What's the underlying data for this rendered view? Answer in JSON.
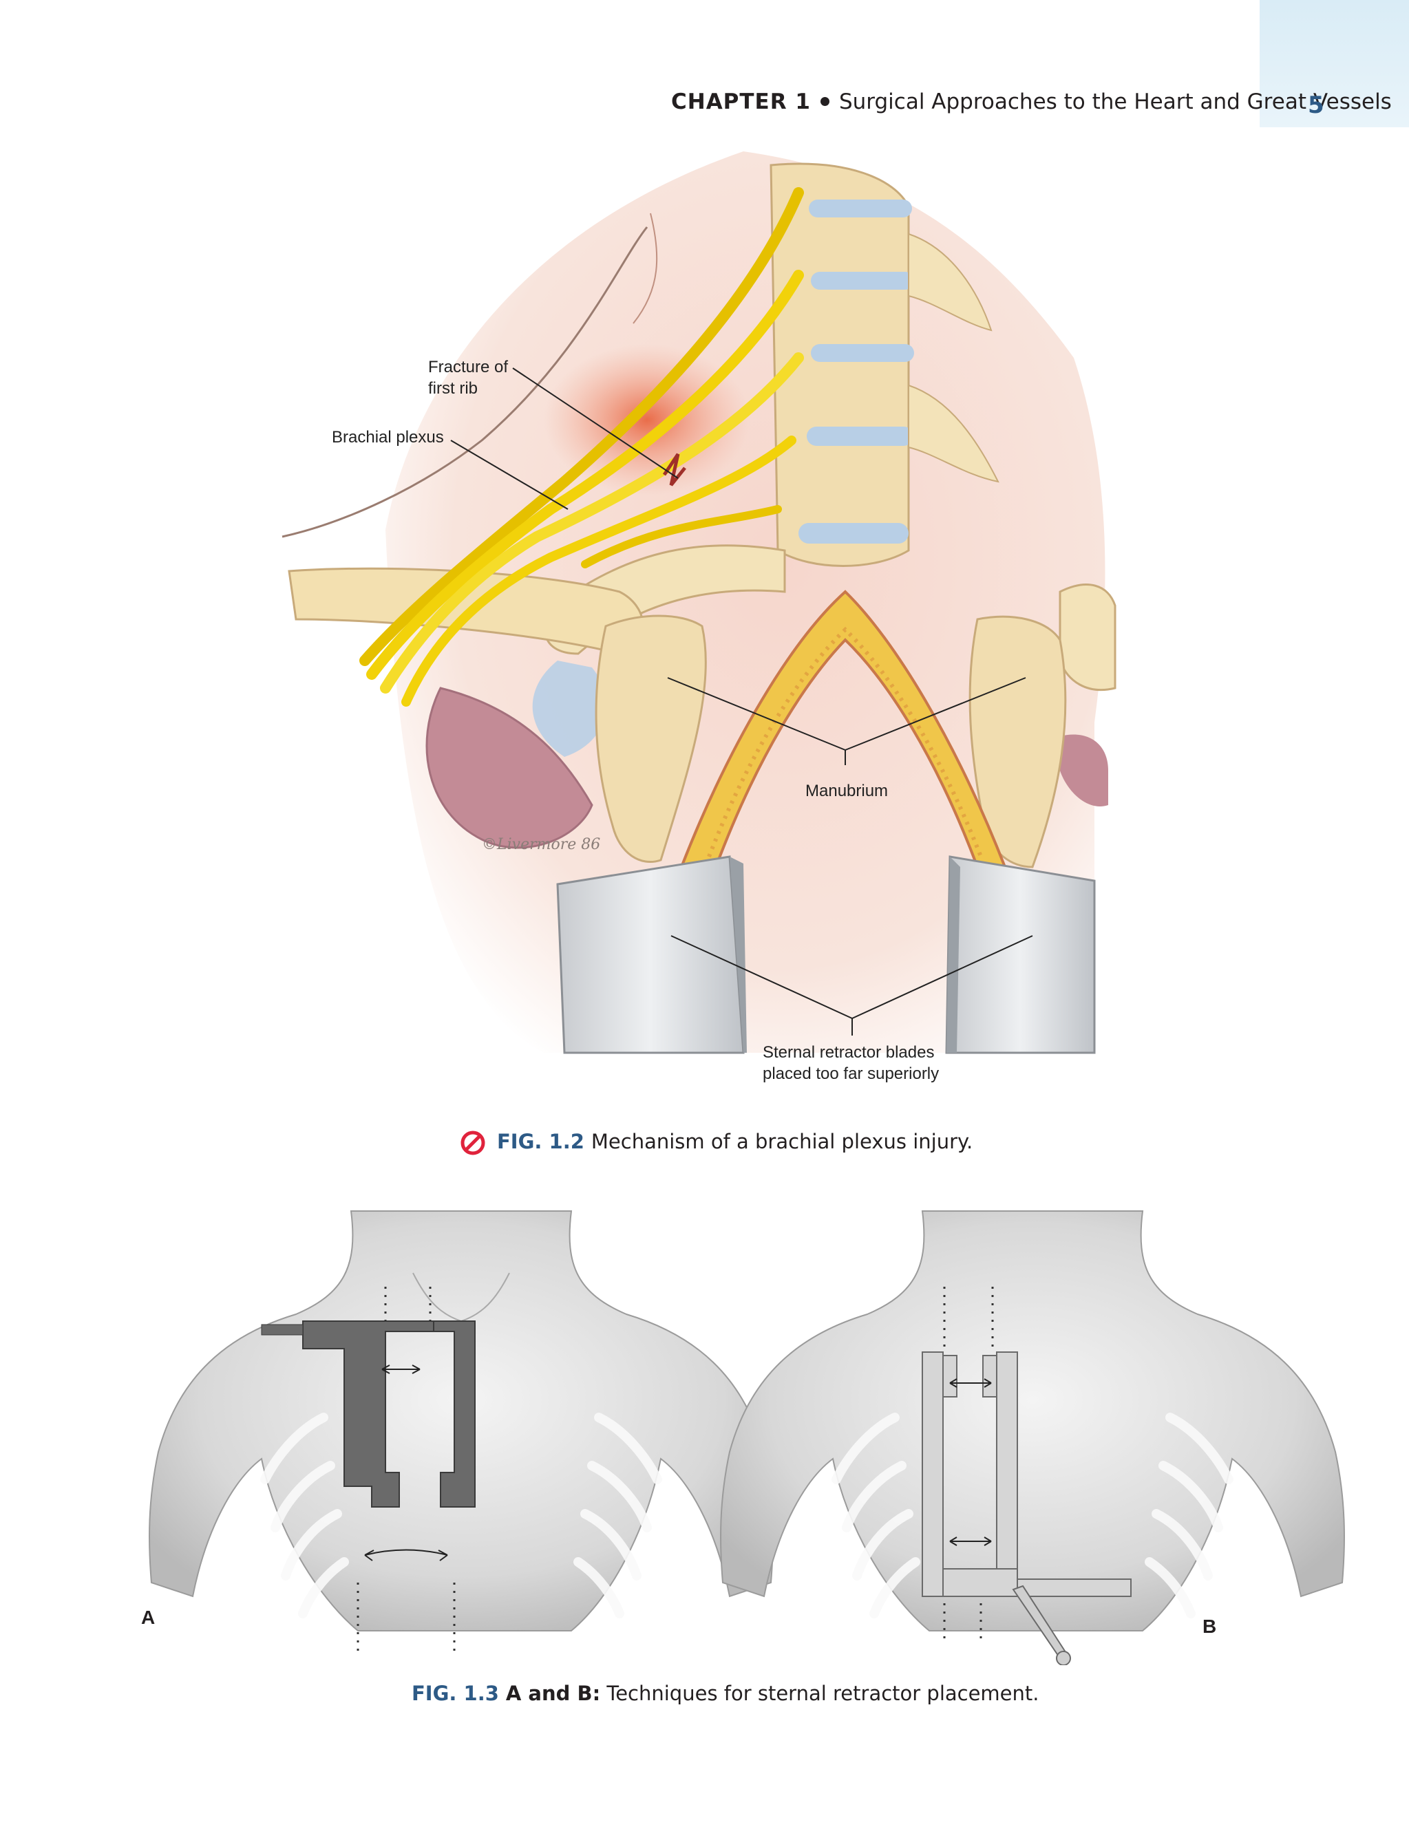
{
  "header": {
    "chapter": "CHAPTER 1",
    "title": "Surgical Approaches to the Heart and Great Vessels",
    "page_number": "5"
  },
  "figure_1_2": {
    "labels": {
      "fracture_line1": "Fracture of",
      "fracture_line2": "first rib",
      "brachial_plexus": "Brachial plexus",
      "manubrium": "Manubrium",
      "retractor_line1": "Sternal retractor blades",
      "retractor_line2": "placed too far superiorly"
    },
    "signature": "©Livermore 86",
    "caption": {
      "number": "FIG. 1.2",
      "text": "Mechanism of a brachial plexus injury."
    }
  },
  "figure_1_3": {
    "panel_a": "A",
    "panel_b": "B",
    "caption": {
      "number": "FIG. 1.3",
      "bold_part": "A and B:",
      "text": "Techniques for sternal retractor placement."
    }
  },
  "colors": {
    "accent_blue": "#2d5a86",
    "warning_red": "#e0233c",
    "nerve_yellow": "#f2d20a",
    "bone": "#f3e3b9",
    "disc_blue": "#b8cfe6",
    "muscle_maroon": "#b07080"
  }
}
